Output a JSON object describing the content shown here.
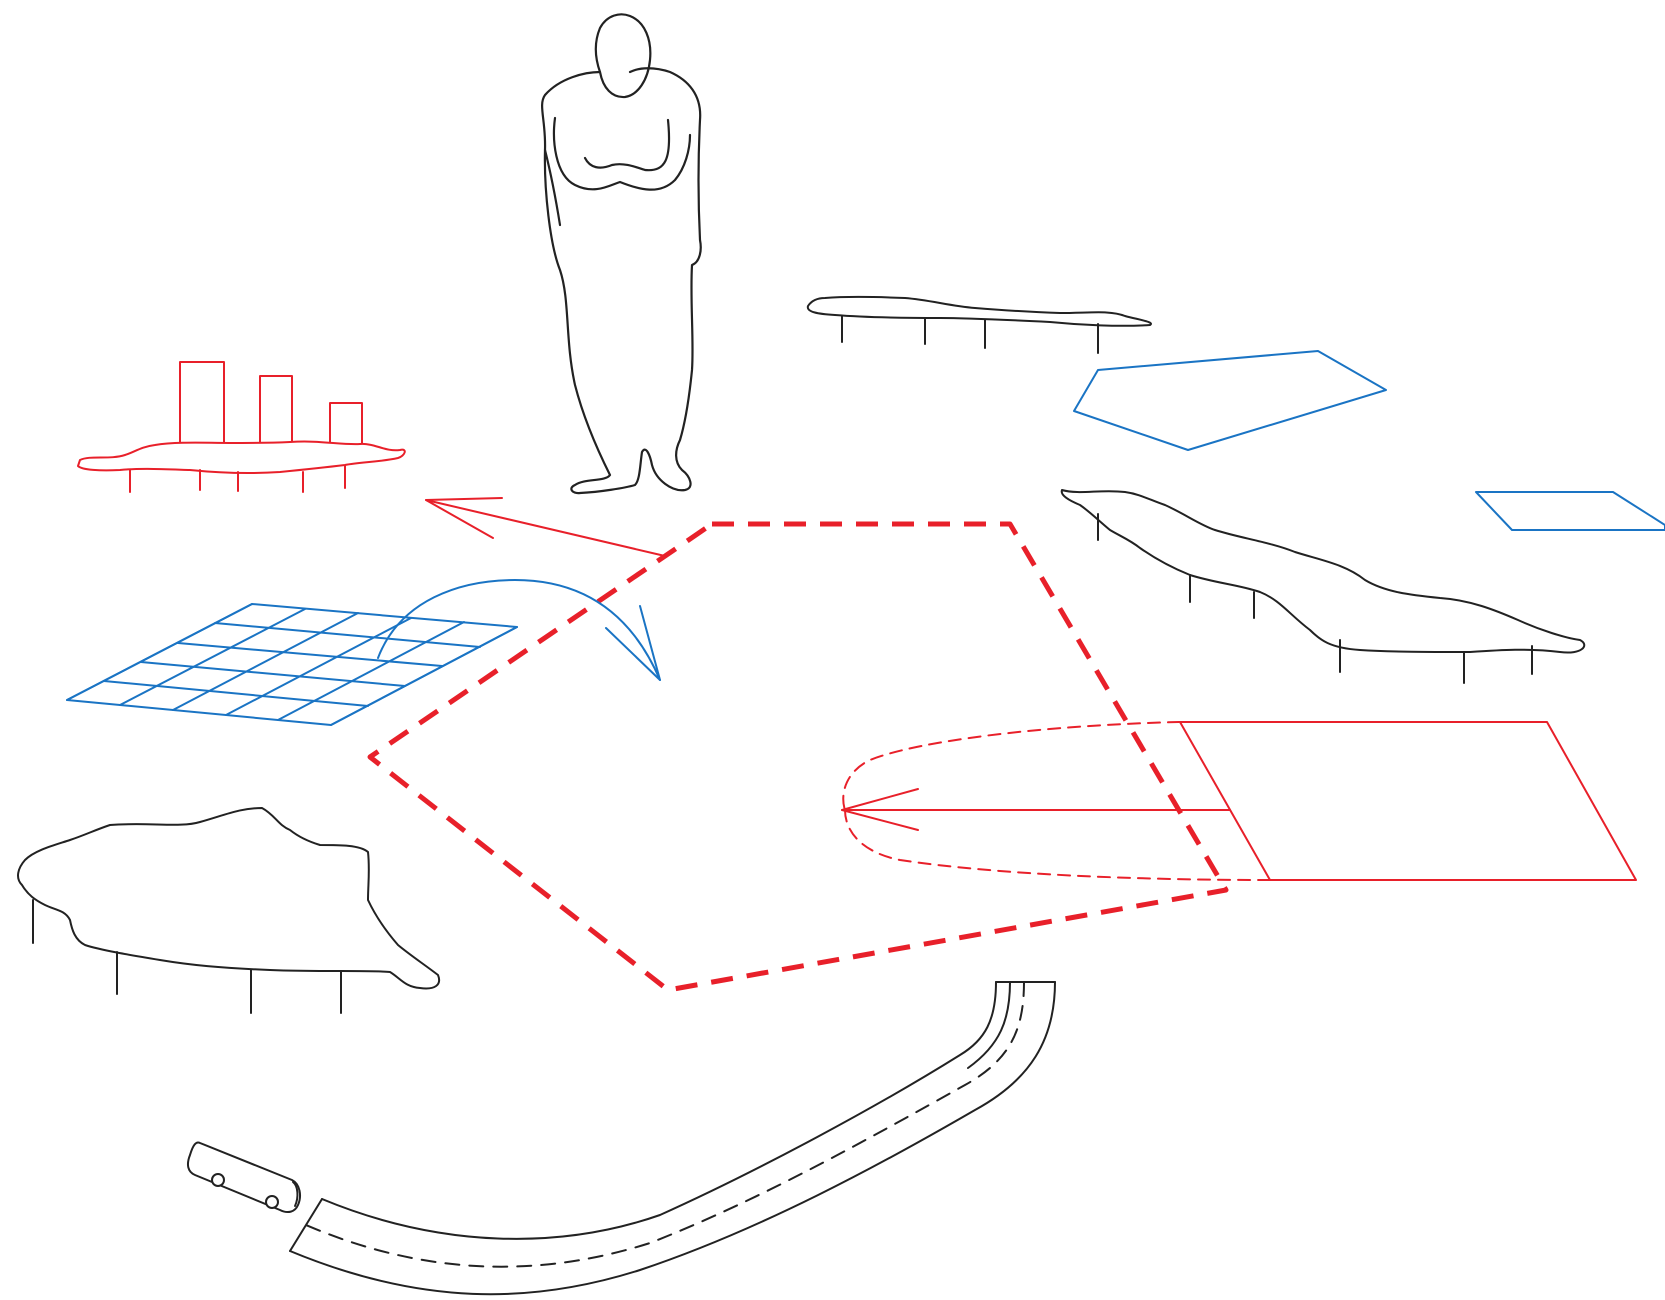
{
  "diagram": {
    "description_text": "",
    "palette": {
      "ink": "#222222",
      "red": "#e8202a",
      "blue": "#1a74c4"
    },
    "elements": [
      {
        "id": "person-figure",
        "kind": "figure"
      },
      {
        "id": "red-island-with-buildings",
        "kind": "island"
      },
      {
        "id": "top-floating-island",
        "kind": "island"
      },
      {
        "id": "right-long-island",
        "kind": "island"
      },
      {
        "id": "left-bottom-island",
        "kind": "island"
      },
      {
        "id": "blue-grid-plane",
        "kind": "grid"
      },
      {
        "id": "blue-pentagon-plane",
        "kind": "plane"
      },
      {
        "id": "blue-small-plane",
        "kind": "plane"
      },
      {
        "id": "red-dashed-pentagon",
        "kind": "boundary"
      },
      {
        "id": "red-parallelogram",
        "kind": "plane"
      },
      {
        "id": "curved-road",
        "kind": "road"
      },
      {
        "id": "bus",
        "kind": "vehicle"
      }
    ]
  }
}
